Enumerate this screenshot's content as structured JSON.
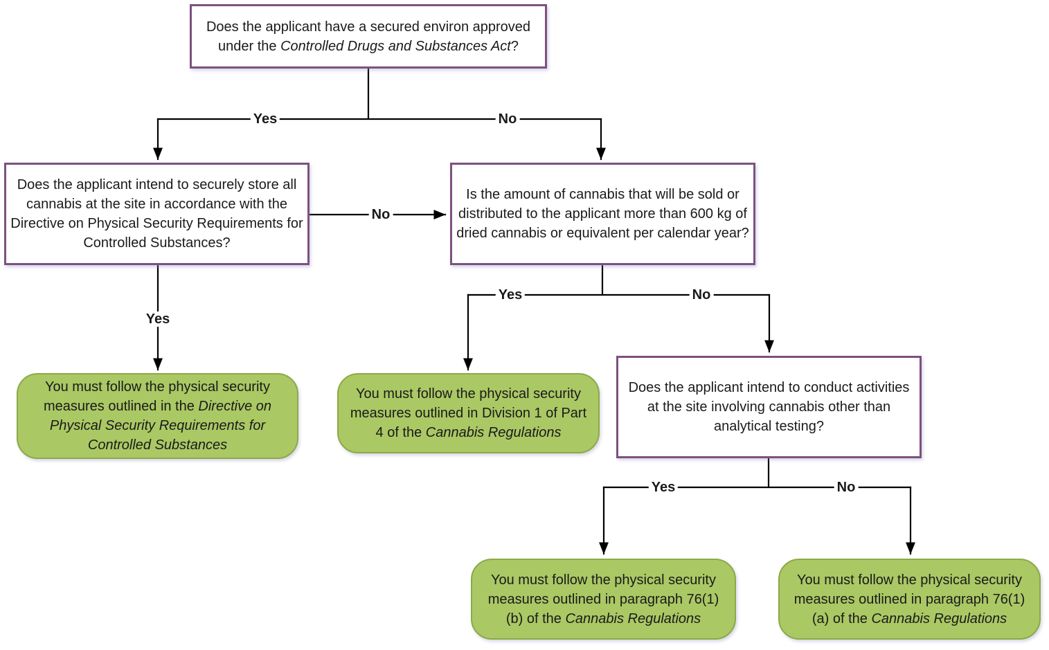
{
  "diagram": {
    "nodes": {
      "q_environ": {
        "parts": [
          {
            "t": "Does the applicant have a secured environ approved under the "
          },
          {
            "t": "Controlled Drugs and Substances Act",
            "italic": true
          },
          {
            "t": "?"
          }
        ]
      },
      "q_store": {
        "parts": [
          {
            "t": "Does the applicant intend to securely store all cannabis at the site in accordance with the Directive on Physical Security Requirements for Controlled Substances?"
          }
        ]
      },
      "q_amount": {
        "parts": [
          {
            "t": "Is the amount of cannabis that will be sold or distributed to the applicant more than 600 kg of dried cannabis or equivalent per calendar year?"
          }
        ]
      },
      "q_activities": {
        "parts": [
          {
            "t": "Does the applicant intend to conduct activities at the site involving cannabis other than analytical testing?"
          }
        ]
      },
      "r_directive": {
        "parts": [
          {
            "t": "You must follow the physical security measures outlined in the "
          },
          {
            "t": "Directive on Physical Security Requirements for Controlled Substances",
            "italic": true
          }
        ]
      },
      "r_division1": {
        "parts": [
          {
            "t": "You must follow the physical security measures outlined in Division 1 of Part 4 of the "
          },
          {
            "t": "Cannabis Regulations",
            "italic": true
          }
        ]
      },
      "r_76_1_b": {
        "parts": [
          {
            "t": "You must follow the physical security measures outlined in paragraph 76(1)(b) of the "
          },
          {
            "t": "Cannabis Regulations",
            "italic": true
          }
        ]
      },
      "r_76_1_a": {
        "parts": [
          {
            "t": "You must follow the physical security measures outlined in paragraph 76(1)(a) of the "
          },
          {
            "t": "Cannabis Regulations",
            "italic": true
          }
        ]
      }
    },
    "edge_labels": {
      "environ_yes": "Yes",
      "environ_no": "No",
      "store_no": "No",
      "store_yes": "Yes",
      "amount_yes": "Yes",
      "amount_no": "No",
      "activities_yes": "Yes",
      "activities_no": "No"
    },
    "colors": {
      "decision_border": "#7D5080",
      "outcome_fill": "#AAC864",
      "outcome_border": "#8CAA46",
      "line": "#000000",
      "background": "#FFFFFF"
    }
  }
}
